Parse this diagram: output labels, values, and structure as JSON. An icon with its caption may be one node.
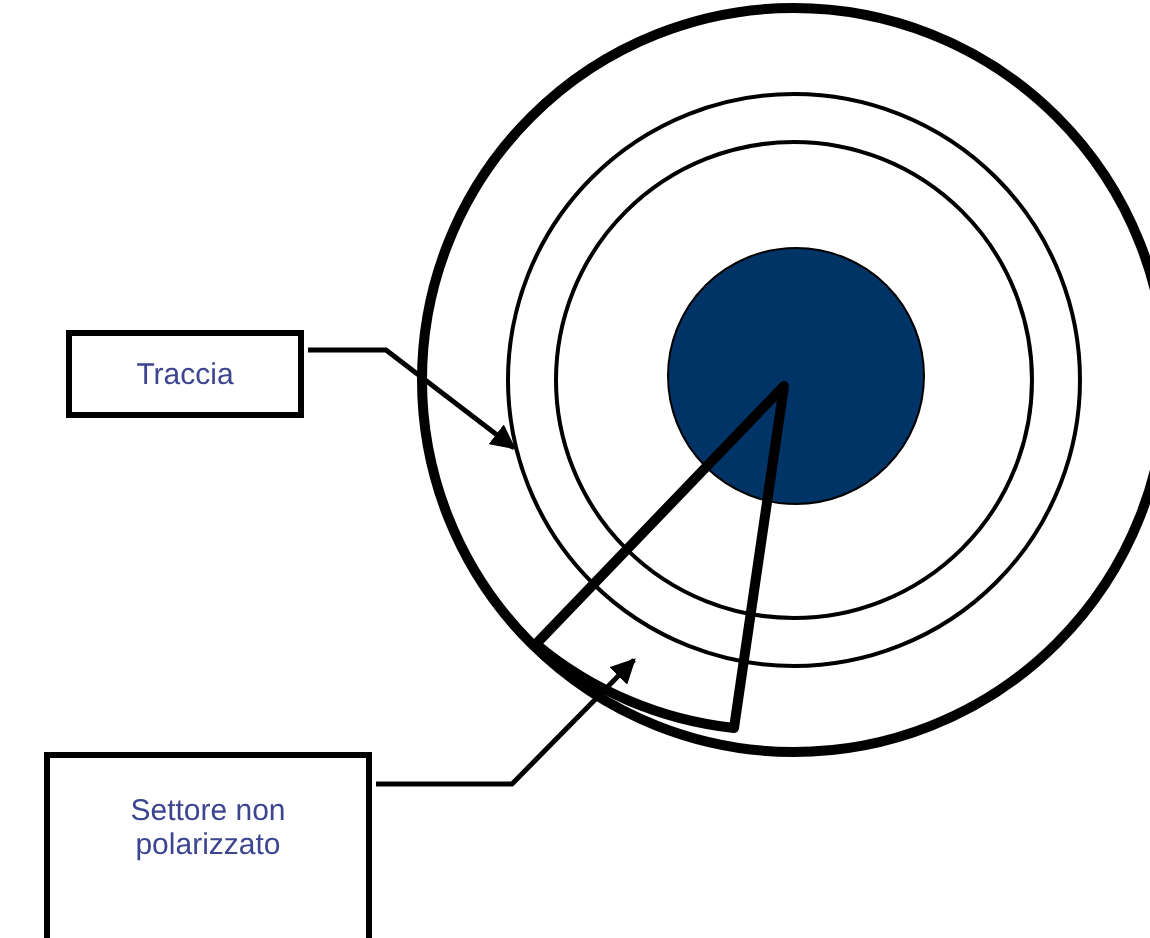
{
  "diagram": {
    "nodes": [
      {
        "text": [
          "Traccia"
        ]
      },
      {
        "text": [
          "Settore non polarizzato"
        ]
      },
      {
        "text": [],
        "shape": "circle"
      },
      {
        "text": [],
        "shape": "wedge"
      }
    ],
    "edges": [
      {
        "from": 0,
        "to": 2,
        "arrow": "to"
      },
      {
        "from": 1,
        "to": 3,
        "arrow": "to"
      }
    ]
  }
}
